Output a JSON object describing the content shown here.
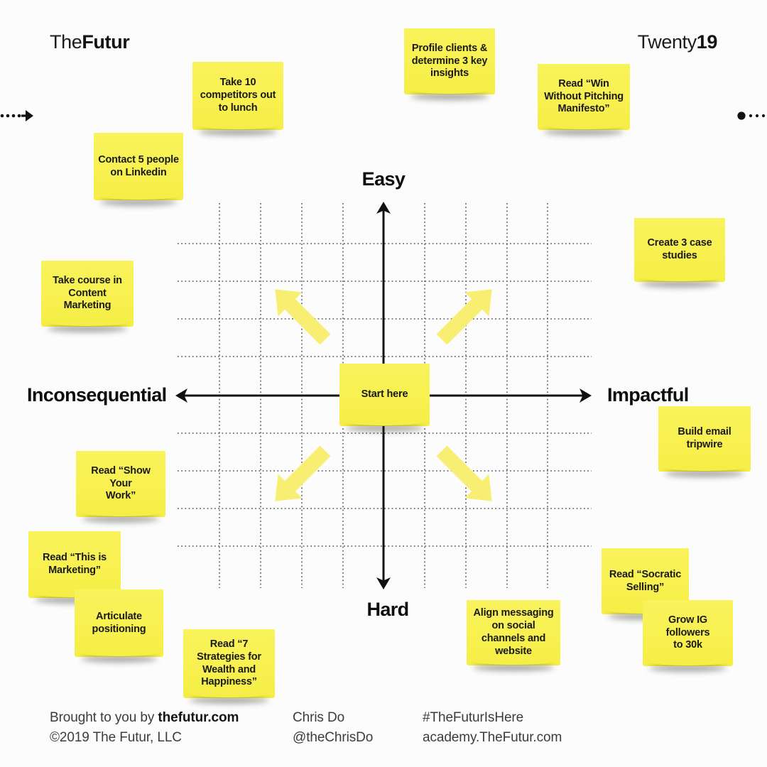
{
  "header": {
    "brand_light": "The",
    "brand_bold": "Futur",
    "year_light": "Twenty",
    "year_bold": "19"
  },
  "axis_labels": {
    "top": "Easy",
    "bottom": "Hard",
    "left": "Inconsequential",
    "right": "Impactful"
  },
  "notes": [
    {
      "text": "Take 10\ncompetitors out\nto lunch"
    },
    {
      "text": "Profile clients &\ndetermine 3 key\ninsights"
    },
    {
      "text": "Read “Win\nWithout Pitching\nManifesto”"
    },
    {
      "text": "Contact 5 people\non Linkedin"
    },
    {
      "text": "Take course in\nContent\nMarketing"
    },
    {
      "text": "Create 3 case\nstudies"
    },
    {
      "text": "Start here"
    },
    {
      "text": "Build email\ntripwire"
    },
    {
      "text": "Read “Show Your\nWork”"
    },
    {
      "text": "Read “This is\nMarketing”"
    },
    {
      "text": "Articulate\npositioning"
    },
    {
      "text": "Read “7\nStrategies for\nWealth and\nHappiness”"
    },
    {
      "text": "Align messaging\non social\nchannels and\nwebsite"
    },
    {
      "text": "Read “Socratic\nSelling”"
    },
    {
      "text": "Grow IG\nfollowers\nto 30k"
    }
  ],
  "footer": {
    "col1_line1_regular": "Brought to you by ",
    "col1_line1_bold": "thefutur.com",
    "col1_line2": "©2019 The Futur, LLC",
    "col2_line1": "Chris Do",
    "col2_line2": "@theChrisDo",
    "col3_line1": "#TheFuturIsHere",
    "col3_line2": "academy.TheFutur.com"
  },
  "colors": {
    "note_yellow": "#f7f04c",
    "arrow_yellow": "#f8ef72",
    "axis_black": "#111111",
    "grid_gray": "#6e6e6e"
  }
}
